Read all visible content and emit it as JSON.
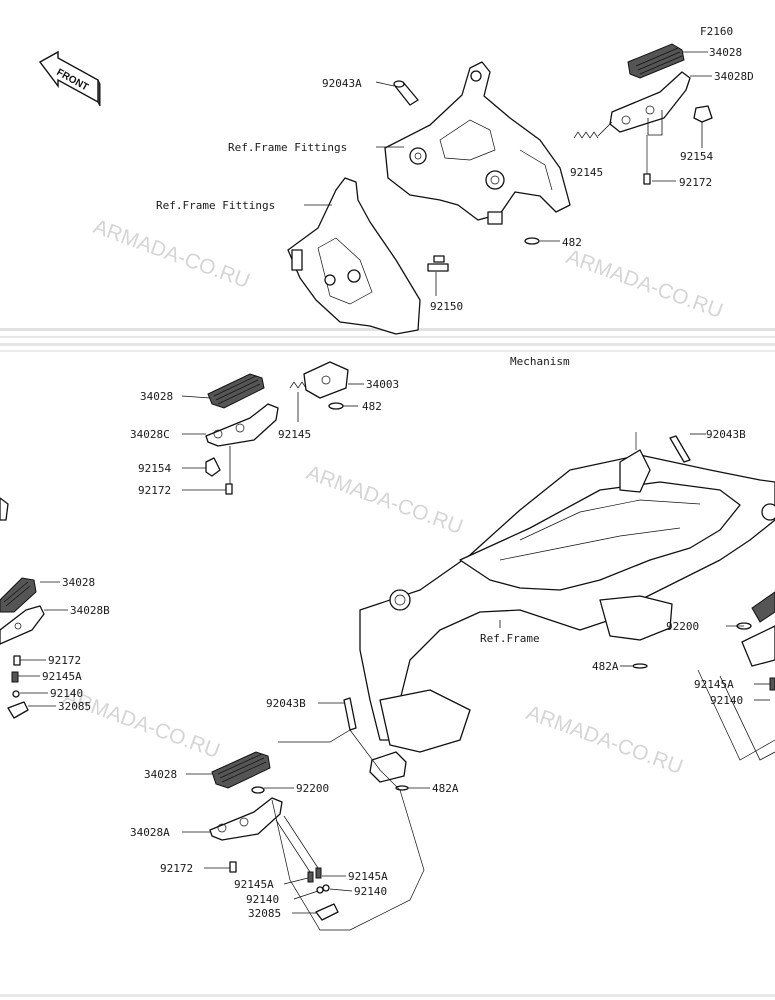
{
  "diagram": {
    "code": "F2160",
    "front_marker": "FRONT",
    "watermark": "ARMADA-CO.RU",
    "labels": {
      "p92043A": "92043A",
      "p34028_tr": "34028",
      "p34028D": "34028D",
      "refFrameFittings1": "Ref.Frame Fittings",
      "refFrameFittings2": "Ref.Frame Fittings",
      "p92145_tr": "92145",
      "p92154_tr": "92154",
      "p92172_tr": "92172",
      "p482_tr": "482",
      "p92150": "92150",
      "mechanism": "Mechanism",
      "p34003": "34003",
      "p482_mid": "482",
      "p34028_ml": "34028",
      "p34028C": "34028C",
      "p92145_ml": "92145",
      "p92154_ml": "92154",
      "p92172_ml": "92172",
      "p92043B_r": "92043B",
      "p34028_l": "34028",
      "p34028B": "34028B",
      "p92172_l": "92172",
      "p92145A_l": "92145A",
      "p92140_l": "92140",
      "p32085_l": "32085",
      "refFrame": "Ref.Frame",
      "p92200_r": "92200",
      "p482A_r": "482A",
      "p92145A_r": "92145A",
      "p92140_r": "92140",
      "p92043B_c": "92043B",
      "p34028_b": "34028",
      "p92200_b": "92200",
      "p482A_b": "482A",
      "p34028A": "34028A",
      "p92145A_b1": "92145A",
      "p92145A_b2": "92145A",
      "p92172_b": "92172",
      "p92140_b1": "92140",
      "p92140_b2": "92140",
      "p32085_b": "32085"
    }
  }
}
